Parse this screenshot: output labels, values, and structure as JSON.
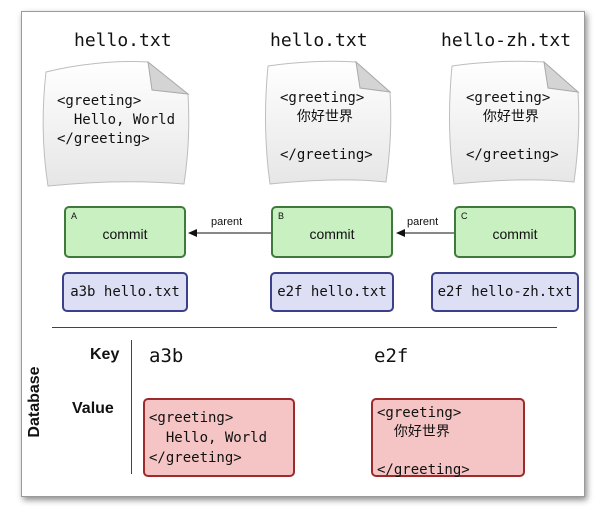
{
  "files": [
    {
      "name": "hello.txt",
      "lines": [
        "<greeting>",
        "  Hello, World",
        "</greeting>"
      ]
    },
    {
      "name": "hello.txt",
      "lines": [
        "<greeting>",
        "  你好世界",
        "",
        "</greeting>"
      ]
    },
    {
      "name": "hello-zh.txt",
      "lines": [
        "<greeting>",
        "  你好世界",
        "",
        "</greeting>"
      ]
    }
  ],
  "commits": [
    {
      "id": "A",
      "label": "commit"
    },
    {
      "id": "B",
      "label": "commit"
    },
    {
      "id": "C",
      "label": "commit"
    }
  ],
  "parent_label": "parent",
  "trees": [
    {
      "text": "a3b hello.txt"
    },
    {
      "text": "e2f hello.txt"
    },
    {
      "text": "e2f hello-zh.txt"
    }
  ],
  "database": {
    "title": "Database",
    "key_label": "Key",
    "value_label": "Value",
    "entries": [
      {
        "key": "a3b",
        "value": "<greeting>\n  Hello, World\n</greeting>"
      },
      {
        "key": "e2f",
        "value": "<greeting>\n  你好世界\n\n</greeting>"
      }
    ]
  }
}
